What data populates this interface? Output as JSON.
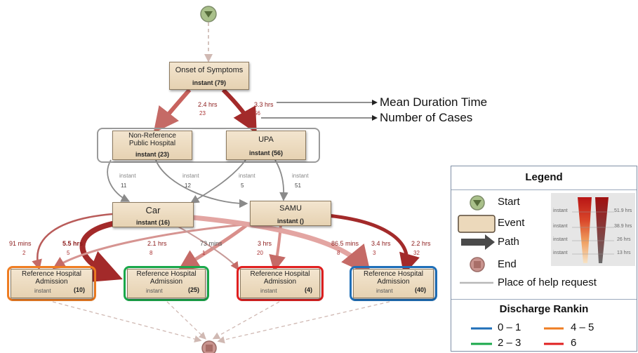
{
  "nodes": {
    "onset": {
      "title": "Onset of Symptoms",
      "sub": "instant (79)"
    },
    "nonref": {
      "title_line1": "Non-Reference",
      "title_line2": "Public Hospital",
      "sub": "instant (23)"
    },
    "upa": {
      "title": "UPA",
      "sub": "instant (56)"
    },
    "car": {
      "title": "Car",
      "sub": "instant (16)"
    },
    "samu": {
      "title": "SAMU",
      "sub": "instant ()"
    },
    "ref1": {
      "title_line1": "Reference Hospital",
      "title_line2": "Admission",
      "left": "instant",
      "count": "(10)"
    },
    "ref2": {
      "title_line1": "Reference Hospital",
      "title_line2": "Admission",
      "left": "instant",
      "count": "(25)"
    },
    "ref3": {
      "title_line1": "Reference Hospital",
      "title_line2": "Admission",
      "left": "instant",
      "count": "(4)"
    },
    "ref4": {
      "title_line1": "Reference Hospital",
      "title_line2": "Admission",
      "left": "instant",
      "count": "(40)"
    }
  },
  "edges": {
    "onset_nonref": {
      "time": "2.4 hrs",
      "count": "23"
    },
    "onset_upa": {
      "time": "3.3 hrs",
      "count": "56"
    },
    "nonref_car": {
      "time": "instant",
      "count": "11"
    },
    "nonref_samu": {
      "time": "instant",
      "count": "12"
    },
    "upa_car": {
      "time": "instant",
      "count": "5"
    },
    "upa_samu": {
      "time": "instant",
      "count": "51"
    },
    "car_ref1": {
      "time": "91 mins",
      "count": "2"
    },
    "car_ref2": {
      "time": "5.5 hrs",
      "count": "5"
    },
    "samu_ref2": {
      "time": "2.1 hrs",
      "count": "8"
    },
    "car_ref3": {
      "time": "73 mins",
      "count": "1"
    },
    "samu_ref3": {
      "time": "3 hrs",
      "count": "20"
    },
    "car_ref4": {
      "time": "86.5 mins",
      "count": "8"
    },
    "samu_ref1": {
      "time": "3.4 hrs",
      "count": "3"
    },
    "samu_ref4": {
      "time": "2.2 hrs",
      "count": "32"
    }
  },
  "annotations": {
    "mean_duration": "Mean Duration Time",
    "number_cases": "Number of Cases"
  },
  "legend": {
    "title": "Legend",
    "items": {
      "start": "Start",
      "event": "Event",
      "path": "Path",
      "end": "End",
      "help": "Place of help request"
    },
    "scale_left": [
      "instant",
      "instant",
      "instant",
      "instant"
    ],
    "scale_right": [
      "51.9 hrs",
      "38.9 hrs",
      "26 hrs",
      "13 hrs"
    ],
    "rankin_title": "Discharge Rankin",
    "rankin": [
      {
        "label": "0 – 1",
        "color": "#1f6fb8"
      },
      {
        "label": "4 – 5",
        "color": "#ef7d22"
      },
      {
        "label": "2 – 3",
        "color": "#1aa84a"
      },
      {
        "label": "6",
        "color": "#e02020"
      }
    ]
  },
  "colors": {
    "start": "#a9c08a",
    "end": "#c9948f",
    "path_dark": "#a32a2a",
    "path_light": "#d88a86",
    "frame_grey": "#9a9a9a"
  }
}
